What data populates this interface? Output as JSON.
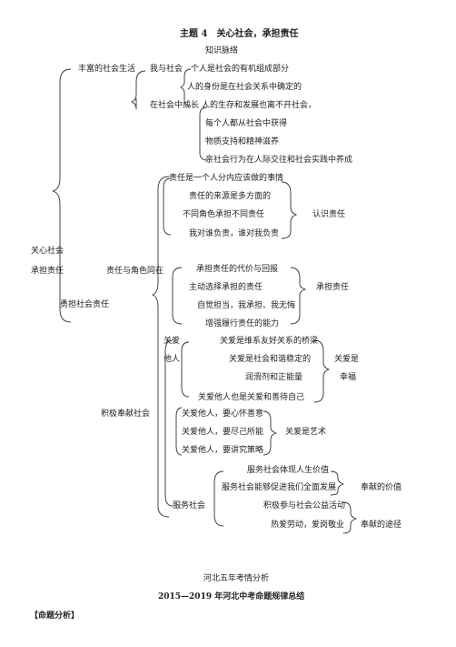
{
  "header": {
    "title": "主题 4　关心社会，承担责任",
    "subtitle": "知识脉络"
  },
  "tree": {
    "root": [
      "关心社会",
      "承担责任"
    ],
    "b1": {
      "label": "丰富的社会生活",
      "wo_yu_shehui": {
        "label": "我与社会",
        "items": [
          "个人是社会的有机组成部分",
          "人的身份是在社会关系中确定的"
        ]
      },
      "chengzhang": {
        "label": "在社会中成长",
        "items": [
          "人的生存和发展也离不开社会，",
          "每个人都从社会中获得",
          "物质支持和精神滋养",
          "亲社会行为在人际交往和社会实践中养成"
        ]
      }
    },
    "b2": {
      "label": "勇担社会责任",
      "zeren": {
        "label": "责任与角色同在",
        "group1": [
          "责任是一个人分内应该做的事情",
          "责任的来源是多方面的",
          "不同角色承担不同责任",
          "我对谁负责，谁对我负责"
        ],
        "group1_result": "认识责任",
        "group2": [
          "承担责任的代价与回报",
          "主动选择承担的责任",
          "自觉担当，我承担、我无悔",
          "增强履行责任的能力"
        ],
        "group2_result": "承担责任"
      },
      "fengxian": {
        "label": "积极奉献社会",
        "guanai_label": [
          "关爱",
          "他人"
        ],
        "guanai_items": [
          "关爱是维系友好关系的桥梁",
          "关爱是社会和谐稳定的",
          "润滑剂和正能量",
          "关爱他人也是关爱和善待自己"
        ],
        "guanai_result": [
          "关爱是",
          "幸福"
        ],
        "art_items": [
          "关爱他人，要心怀善意",
          "关爱他人，要尽己所能",
          "关爱他人，要讲究策略"
        ],
        "art_result": "关爱是艺术",
        "fuwu_label": "服务社会",
        "value_items": [
          "服务社会体现人生价值",
          "服务社会能够促进我们全面发展"
        ],
        "value_result": "奉献的价值",
        "path_items": [
          "积极参与社会公益活动",
          "热爱劳动，爱岗敬业"
        ],
        "path_result": "奉献的途径"
      }
    }
  },
  "footer": {
    "analysis": "河北五年考情分析",
    "summary": "2015—2019 年河北中考命题规律总结",
    "section": "【命题分析】"
  }
}
